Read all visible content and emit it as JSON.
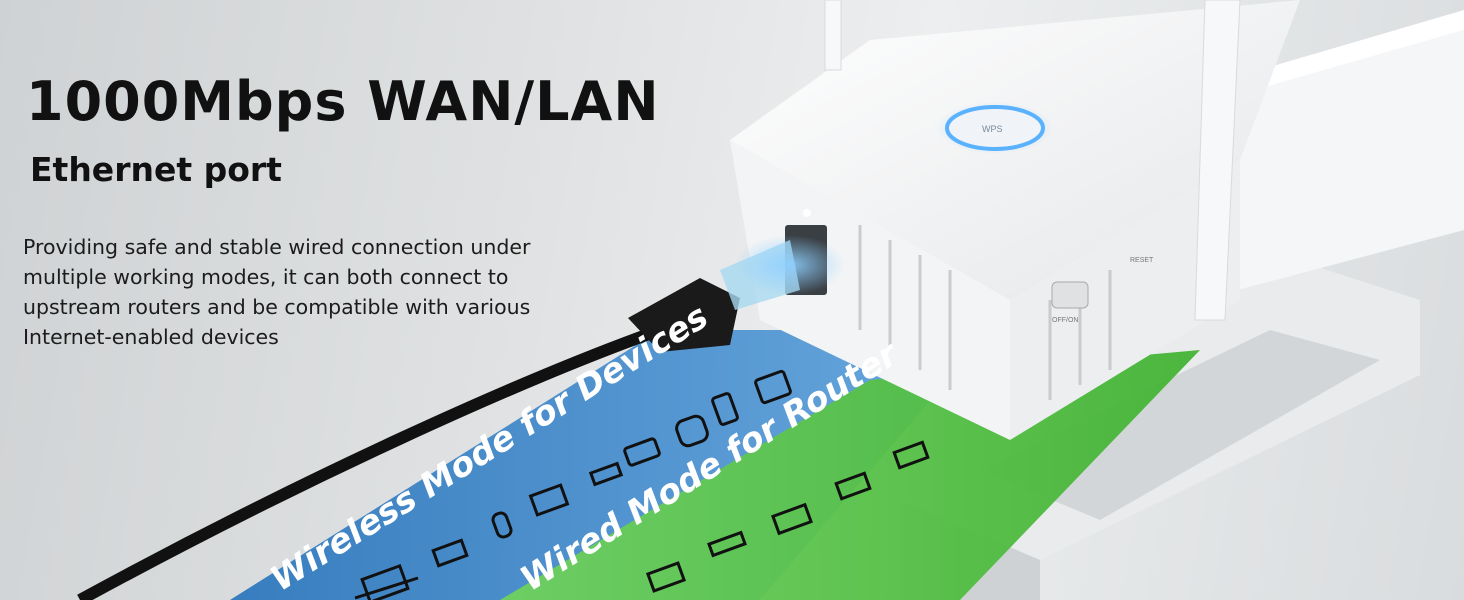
{
  "headline": "1000Mbps WAN/LAN",
  "subhead": "Ethernet port",
  "description_lines": [
    "Providing safe and stable wired connection under",
    "multiple working modes, it can both connect to",
    "upstream routers and be compatible with various",
    "Internet-enabled devices"
  ],
  "device": {
    "wps_label": "WPS",
    "reset_label": "RESET",
    "switch_label": "OFF/ON"
  },
  "bands": {
    "wireless_label": "Wireless Mode for Devices",
    "wireless_color": "#3d86c9",
    "wired_label": "Wired Mode for Router",
    "wired_color": "#4fbf3f"
  },
  "icons": {
    "wireless": [
      "laptop-icon",
      "printer-icon",
      "gamepad-icon",
      "monitor-icon",
      "security-camera-icon",
      "thermostat-icon",
      "smart-plug-icon",
      "smartphone-icon",
      "tablet-icon"
    ],
    "wired": [
      "router-icon",
      "switch-icon",
      "router-icon",
      "router-icon",
      "router-icon"
    ]
  }
}
